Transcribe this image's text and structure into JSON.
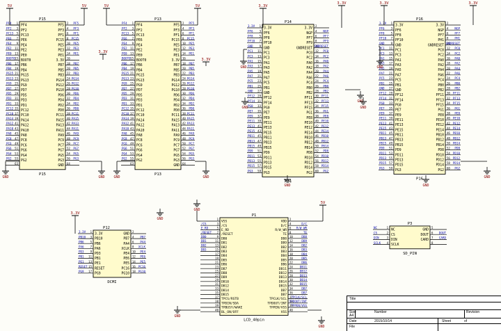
{
  "colors": {
    "body": "#fffbcc",
    "line": "#000000",
    "pin": "#000000",
    "net": "#0000aa",
    "power": "#8b0000",
    "text": "#000000",
    "bg": "#fdfdf8"
  },
  "title_block": {
    "title_label": "Title",
    "size_label": "Size",
    "size_value": "A4",
    "number_label": "Number",
    "revision_label": "Revision",
    "date_label": "Date",
    "date_value": "2015/10/14",
    "sheet_label": "Sheet",
    "of_label": "of",
    "file_label": "File"
  },
  "power_labels": {
    "v5": "5V",
    "v33": "3.3V",
    "gnd": "GND"
  },
  "components": [
    {
      "id": "P15",
      "ref": "P15",
      "ref_bottom": "P15",
      "left": [
        [
          "PF4",
          "1"
        ],
        [
          "PF2",
          "3"
        ],
        [
          "PC13",
          "5"
        ],
        [
          "PE6",
          "7"
        ],
        [
          "PE4",
          "9"
        ],
        [
          "PE2",
          "11"
        ],
        [
          "PE0",
          "13"
        ],
        [
          "BOOT0",
          "15"
        ],
        [
          "PB6",
          "17"
        ],
        [
          "PB4",
          "19"
        ],
        [
          "PG15",
          "21"
        ],
        [
          "PG13",
          "23"
        ],
        [
          "PG9",
          "25"
        ],
        [
          "PD7",
          "27"
        ],
        [
          "PD5",
          "29"
        ],
        [
          "PD3",
          "31"
        ],
        [
          "PD1",
          "33"
        ],
        [
          "PC12",
          "35"
        ],
        [
          "PC10",
          "37"
        ],
        [
          "PA14",
          "39"
        ],
        [
          "PA12",
          "41"
        ],
        [
          "PA10",
          "43"
        ],
        [
          "PA8",
          "45"
        ],
        [
          "PC8",
          "47"
        ],
        [
          "PC6",
          "49"
        ],
        [
          "PG6",
          "51"
        ],
        [
          "PG4",
          "53"
        ],
        [
          "PG2",
          "55"
        ],
        [
          "",
          "63"
        ]
      ],
      "right": [
        [
          "PF5",
          "2"
        ],
        [
          "PF3",
          "4"
        ],
        [
          "PF1",
          "6"
        ],
        [
          "PC15",
          "8"
        ],
        [
          "PE5",
          "10"
        ],
        [
          "PE3",
          "12"
        ],
        [
          "PE1",
          "14"
        ],
        [
          "3.3V",
          "16"
        ],
        [
          "PB7",
          "18"
        ],
        [
          "PB5",
          "20"
        ],
        [
          "PB3",
          "22"
        ],
        [
          "PG14",
          "24"
        ],
        [
          "PG12",
          "26"
        ],
        [
          "PG10",
          "28"
        ],
        [
          "PD6",
          "30"
        ],
        [
          "PD4",
          "32"
        ],
        [
          "PD2",
          "34"
        ],
        [
          "PD0",
          "36"
        ],
        [
          "PC11",
          "38"
        ],
        [
          "PA15",
          "40"
        ],
        [
          "PA13",
          "42"
        ],
        [
          "PA11",
          "44"
        ],
        [
          "PA9",
          "46"
        ],
        [
          "PC9",
          "48"
        ],
        [
          "PC7",
          "50"
        ],
        [
          "PG7",
          "52"
        ],
        [
          "PG5",
          "54"
        ],
        [
          "PG3",
          "56"
        ],
        [
          "GND",
          "64"
        ]
      ]
    },
    {
      "id": "P13",
      "ref": "P13",
      "ref_bottom": "P13",
      "left": [
        [
          "PF4",
          "1"
        ],
        [
          "PF2",
          "3"
        ],
        [
          "PC13",
          "5"
        ],
        [
          "PE6",
          "7"
        ],
        [
          "PE4",
          "9"
        ],
        [
          "PE2",
          "11"
        ],
        [
          "PE0",
          "13"
        ],
        [
          "BOOT0",
          "15"
        ],
        [
          "PB6",
          "17"
        ],
        [
          "PB4",
          "19"
        ],
        [
          "PG15",
          "21"
        ],
        [
          "PG13",
          "23"
        ],
        [
          "PG9",
          "25"
        ],
        [
          "PD7",
          "27"
        ],
        [
          "PD5",
          "29"
        ],
        [
          "PD3",
          "31"
        ],
        [
          "PD1",
          "33"
        ],
        [
          "PC12",
          "35"
        ],
        [
          "PC10",
          "37"
        ],
        [
          "PA14",
          "39"
        ],
        [
          "PA12",
          "41"
        ],
        [
          "PA10",
          "43"
        ],
        [
          "PA8",
          "45"
        ],
        [
          "PC8",
          "47"
        ],
        [
          "PC6",
          "49"
        ],
        [
          "PG6",
          "51"
        ],
        [
          "PG4",
          "53"
        ],
        [
          "PG2",
          "55"
        ],
        [
          "",
          "63"
        ]
      ],
      "right": [
        [
          "PF5",
          "2"
        ],
        [
          "PF3",
          "4"
        ],
        [
          "PF1",
          "6"
        ],
        [
          "PC15",
          "8"
        ],
        [
          "PE5",
          "10"
        ],
        [
          "PE3",
          "12"
        ],
        [
          "PE1",
          "14"
        ],
        [
          "3.3V",
          "16"
        ],
        [
          "PB7",
          "18"
        ],
        [
          "PB5",
          "20"
        ],
        [
          "PB3",
          "22"
        ],
        [
          "PG14",
          "24"
        ],
        [
          "PG12",
          "26"
        ],
        [
          "PG10",
          "28"
        ],
        [
          "PD6",
          "30"
        ],
        [
          "PD4",
          "32"
        ],
        [
          "PD2",
          "34"
        ],
        [
          "PD0",
          "36"
        ],
        [
          "PC11",
          "38"
        ],
        [
          "PA15",
          "40"
        ],
        [
          "PA13",
          "42"
        ],
        [
          "PA11",
          "44"
        ],
        [
          "PA9",
          "46"
        ],
        [
          "PC9",
          "48"
        ],
        [
          "PC7",
          "50"
        ],
        [
          "PG7",
          "52"
        ],
        [
          "PG5",
          "54"
        ],
        [
          "PG3",
          "56"
        ],
        [
          "GND",
          "64"
        ]
      ]
    },
    {
      "id": "P14",
      "ref": "P14",
      "ref_bottom": "P14",
      "left": [
        [
          "3.3V",
          "1"
        ],
        [
          "PF6",
          "3"
        ],
        [
          "PF8",
          "5"
        ],
        [
          "PF10",
          "7"
        ],
        [
          "GND",
          "9"
        ],
        [
          "PC1",
          "11"
        ],
        [
          "PC3",
          "13"
        ],
        [
          "PA1",
          "15"
        ],
        [
          "PA3",
          "17"
        ],
        [
          "PA5",
          "19"
        ],
        [
          "PA7",
          "21"
        ],
        [
          "PC5",
          "23"
        ],
        [
          "PB1",
          "25"
        ],
        [
          "GND",
          "27"
        ],
        [
          "PF12",
          "29"
        ],
        [
          "PF14",
          "31"
        ],
        [
          "PG0",
          "33"
        ],
        [
          "PE7",
          "35"
        ],
        [
          "PE9",
          "37"
        ],
        [
          "PE11",
          "39"
        ],
        [
          "PE13",
          "41"
        ],
        [
          "PE15",
          "43"
        ],
        [
          "PB11",
          "45"
        ],
        [
          "PB13",
          "47"
        ],
        [
          "PB15",
          "49"
        ],
        [
          "PD9",
          "51"
        ],
        [
          "PD11",
          "53"
        ],
        [
          "PD13",
          "55"
        ],
        [
          "PD15",
          "57"
        ],
        [
          "PG3",
          "59"
        ]
      ],
      "right": [
        [
          "3.3V",
          "2"
        ],
        [
          "NGP",
          "4"
        ],
        [
          "PF7",
          "6"
        ],
        [
          "PF9",
          "8"
        ],
        [
          "GNDRESET",
          "10"
        ],
        [
          "PC0",
          "12"
        ],
        [
          "PC2",
          "14"
        ],
        [
          "PA0",
          "16"
        ],
        [
          "PA2",
          "18"
        ],
        [
          "PA4",
          "20"
        ],
        [
          "PA6",
          "22"
        ],
        [
          "PC4",
          "24"
        ],
        [
          "PB0",
          "26"
        ],
        [
          "PB2",
          "28"
        ],
        [
          "PF11",
          "30"
        ],
        [
          "PF13",
          "32"
        ],
        [
          "PF15",
          "34"
        ],
        [
          "PG1",
          "36"
        ],
        [
          "PE8",
          "38"
        ],
        [
          "PE10",
          "40"
        ],
        [
          "PE12",
          "42"
        ],
        [
          "PE14",
          "44"
        ],
        [
          "PB10",
          "46"
        ],
        [
          "PB12",
          "48"
        ],
        [
          "PB14",
          "50"
        ],
        [
          "PD8",
          "52"
        ],
        [
          "PD10",
          "54"
        ],
        [
          "PD12",
          "56"
        ],
        [
          "PD14",
          "58"
        ],
        [
          "PG2",
          "60"
        ]
      ]
    },
    {
      "id": "P16",
      "ref": "P16",
      "ref_bottom": "P16",
      "left": [
        [
          "3.3V",
          "1"
        ],
        [
          "PF6",
          "3"
        ],
        [
          "PF8",
          "5"
        ],
        [
          "PF10",
          "7"
        ],
        [
          "GND",
          "9"
        ],
        [
          "PC1",
          "11"
        ],
        [
          "PC3",
          "13"
        ],
        [
          "PA1",
          "15"
        ],
        [
          "PA3",
          "17"
        ],
        [
          "PA5",
          "19"
        ],
        [
          "PA7",
          "21"
        ],
        [
          "PC5",
          "23"
        ],
        [
          "PB1",
          "25"
        ],
        [
          "GND",
          "27"
        ],
        [
          "PF12",
          "29"
        ],
        [
          "PF14",
          "31"
        ],
        [
          "PG0",
          "33"
        ],
        [
          "PE7",
          "35"
        ],
        [
          "PE9",
          "37"
        ],
        [
          "PE11",
          "39"
        ],
        [
          "PE13",
          "41"
        ],
        [
          "PE15",
          "43"
        ],
        [
          "PB11",
          "45"
        ],
        [
          "PB13",
          "47"
        ],
        [
          "PB15",
          "49"
        ],
        [
          "PD9",
          "51"
        ],
        [
          "PD11",
          "53"
        ],
        [
          "PD13",
          "55"
        ],
        [
          "PD15",
          "57"
        ],
        [
          "PG3",
          "59"
        ]
      ],
      "right": [
        [
          "3.3V",
          "2"
        ],
        [
          "NGP",
          "4"
        ],
        [
          "PF7",
          "6"
        ],
        [
          "PH1",
          "8"
        ],
        [
          "GNDRESET",
          "10"
        ],
        [
          "PC0",
          "12"
        ],
        [
          "PC2",
          "14"
        ],
        [
          "PA0",
          "16"
        ],
        [
          "PA2",
          "18"
        ],
        [
          "PA4",
          "20"
        ],
        [
          "PA6",
          "22"
        ],
        [
          "PC4",
          "24"
        ],
        [
          "PB0",
          "26"
        ],
        [
          "PB2",
          "28"
        ],
        [
          "PF11",
          "30"
        ],
        [
          "PF13",
          "32"
        ],
        [
          "PF15",
          "34"
        ],
        [
          "PG1",
          "36"
        ],
        [
          "PE8",
          "38"
        ],
        [
          "PE10",
          "40"
        ],
        [
          "PE12",
          "42"
        ],
        [
          "PE14",
          "44"
        ],
        [
          "PB10",
          "46"
        ],
        [
          "PB12",
          "48"
        ],
        [
          "PB14",
          "50"
        ],
        [
          "PD8",
          "52"
        ],
        [
          "PD10",
          "54"
        ],
        [
          "PD12",
          "56"
        ],
        [
          "PD14",
          "58"
        ],
        [
          "PG2",
          "60"
        ]
      ]
    },
    {
      "id": "P12",
      "ref": "P12",
      "ref_bottom": "DCMI",
      "left": [
        [
          "3.3V",
          "1"
        ],
        [
          "PB10",
          "3"
        ],
        [
          "PB6",
          "5"
        ],
        [
          "PA6",
          "7"
        ],
        [
          "PD3",
          "9"
        ],
        [
          "PB1",
          "11"
        ],
        [
          "PE1",
          "13"
        ],
        [
          "RESET",
          "15"
        ],
        [
          "PG9",
          "17"
        ]
      ],
      "right": [
        [
          "GND",
          "2"
        ],
        [
          "PB7",
          "4"
        ],
        [
          "PA4",
          "6"
        ],
        [
          "XCLK",
          "8"
        ],
        [
          "PE4",
          "10"
        ],
        [
          "PE6",
          "12"
        ],
        [
          "PE5",
          "14"
        ],
        [
          "PC16",
          "16"
        ],
        [
          "PG10",
          "18"
        ]
      ]
    },
    {
      "id": "P1",
      "ref": "P1",
      "ref_bottom": "LCD_40pin",
      "left": [
        [
          "VSS",
          "1"
        ],
        [
          "/CS",
          "3"
        ],
        [
          "E_RD",
          "5"
        ],
        [
          "/RESET",
          "7"
        ],
        [
          "DB0",
          "9"
        ],
        [
          "DB1",
          "11"
        ],
        [
          "DB2",
          "13"
        ],
        [
          "DB3",
          "15"
        ],
        [
          "DB4",
          "17"
        ],
        [
          "DB5",
          "19"
        ],
        [
          "DB6",
          "21"
        ],
        [
          "DB7",
          "23"
        ],
        [
          "DB8",
          "25"
        ],
        [
          "DB9",
          "27"
        ],
        [
          "DB10",
          "29"
        ],
        [
          "DB12",
          "31"
        ],
        [
          "DB14",
          "33"
        ],
        [
          "DB15",
          "35"
        ],
        [
          "TPCS/RSTB",
          "37"
        ],
        [
          "TPDIN/SDA",
          "38"
        ],
        [
          "TPBUSY/WAKE",
          "39"
        ],
        [
          "BL_ON/OFF",
          "40"
        ]
      ],
      "right": [
        [
          "VDD",
          "2"
        ],
        [
          "D/C",
          "4"
        ],
        [
          "R/W_WR",
          "6"
        ],
        [
          "TE",
          "8"
        ],
        [
          "DB8",
          "10"
        ],
        [
          "DB9",
          "12"
        ],
        [
          "DB2",
          "14"
        ],
        [
          "DB3",
          "16"
        ],
        [
          "DB4",
          "18"
        ],
        [
          "DB5",
          "20"
        ],
        [
          "DB6",
          "22"
        ],
        [
          "DB11",
          "24"
        ],
        [
          "DB12",
          "26"
        ],
        [
          "DB13",
          "28"
        ],
        [
          "DB14",
          "30"
        ],
        [
          "DB15",
          "32"
        ],
        [
          "DB7",
          "34"
        ],
        [
          "DB7",
          "36"
        ],
        [
          "TPCLK/SCL",
          "37"
        ],
        [
          "TPDOUT/INT",
          "38"
        ],
        [
          "TPPEN/VSS",
          "39"
        ],
        [
          "VSS",
          "40"
        ]
      ]
    },
    {
      "id": "P3",
      "ref": "P3",
      "ref_bottom": "SD_PIN",
      "left": [
        [
          "NC",
          "1"
        ],
        [
          "CS",
          "2"
        ],
        [
          "DIN",
          "3"
        ],
        [
          "SCLK",
          "4"
        ]
      ],
      "right": [
        [
          "GND",
          "5"
        ],
        [
          "DOUT",
          "6"
        ],
        [
          "CARD",
          "7"
        ],
        [
          "",
          "8"
        ]
      ]
    }
  ]
}
